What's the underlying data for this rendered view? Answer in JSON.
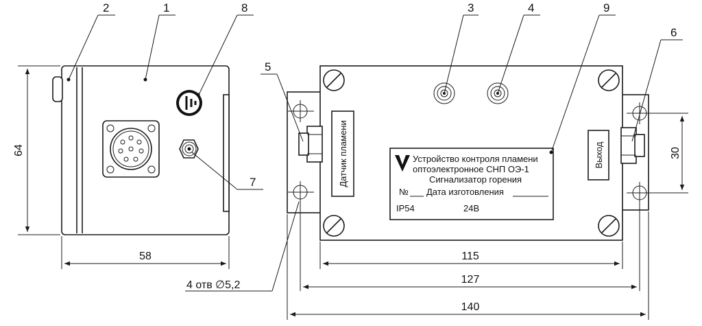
{
  "callouts": [
    "2",
    "1",
    "8",
    "5",
    "3",
    "4",
    "9",
    "6",
    "7"
  ],
  "dimensions": {
    "left_height": "64",
    "left_width": "58",
    "main_115": "115",
    "main_127": "127",
    "main_140": "140",
    "right_30": "30",
    "holes": "4 отв ∅5,2"
  },
  "labels": {
    "sensor": "Датчик пламени",
    "output": "Выход"
  },
  "nameplate": {
    "line1": "Устройство контроля пламени",
    "line2": "оптоэлектронное СНП ОЭ-1",
    "line3": "Сигнализатор горения",
    "serial_label": "№",
    "date_label": "Дата изготовления",
    "protection": "IP54",
    "voltage": "24В"
  }
}
